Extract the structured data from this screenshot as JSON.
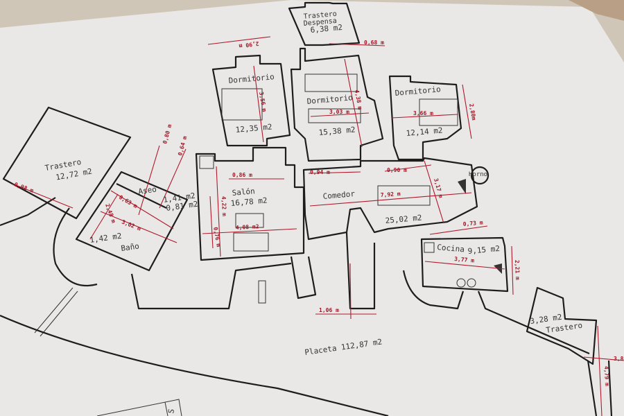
{
  "colors": {
    "paper": "#e9e8e6",
    "wall": "#1d1d1d",
    "dimension": "#b0182a",
    "background": "#cfc6b8"
  },
  "rooms": {
    "trastero_left": {
      "name": "Trastero",
      "area": "12,72 m2"
    },
    "aseo": {
      "name": "Aseo",
      "area_a": "1,41 m2",
      "area_b": "0,81 m2"
    },
    "bano": {
      "name": "Baño",
      "area": "1,42 m2"
    },
    "salon": {
      "name": "Salón",
      "area": "16,78 m2"
    },
    "dormitorio_1": {
      "name": "Dormitorio",
      "area": "12,35 m2"
    },
    "despensa": {
      "name_1": "Trastero",
      "name_2": "Despensa",
      "area": "6,38 m2"
    },
    "dormitorio_2": {
      "name": "Dormitorio",
      "area": "15,38 m2"
    },
    "dormitorio_3": {
      "name": "Dormitorio",
      "area": "12,14 m2"
    },
    "comedor": {
      "name": "Comedor",
      "area": "25,02 m2"
    },
    "horno": {
      "name": "Horno"
    },
    "cocina": {
      "name": "Cocina",
      "area": "9,15 m2"
    },
    "placeta": {
      "name": "Placeta 112,87 m2"
    },
    "trastero_right": {
      "name": "Trastero",
      "area": "3,28 m2"
    }
  },
  "dimensions": {
    "d098": "0,98 m",
    "d080": "0,80 m",
    "d064": "0,64 m",
    "d063": "0,63 m",
    "d248": "2,48 m",
    "d302": "3,02 m",
    "d086": "0,86 m",
    "d422": "4,22 m",
    "d408": "4,08 m2",
    "d076": "0,76 m",
    "d290": "2,90 m",
    "d356": "3,56 m",
    "d068": "0,68 m",
    "d438": "4,38 m",
    "d303": "3,03 m",
    "d366": "3,66 m",
    "d280": "2,80m",
    "d094": "0,94 m",
    "d090": "0,90 m",
    "d792": "7,92 m",
    "d317": "3,17 m",
    "d073": "0,73 m",
    "d377": "3,77 m",
    "d221": "2,21 m",
    "d106": "1,06 m",
    "d38": "3,8",
    "d479": "4,79 m"
  },
  "title_block": {
    "letter": "S"
  }
}
